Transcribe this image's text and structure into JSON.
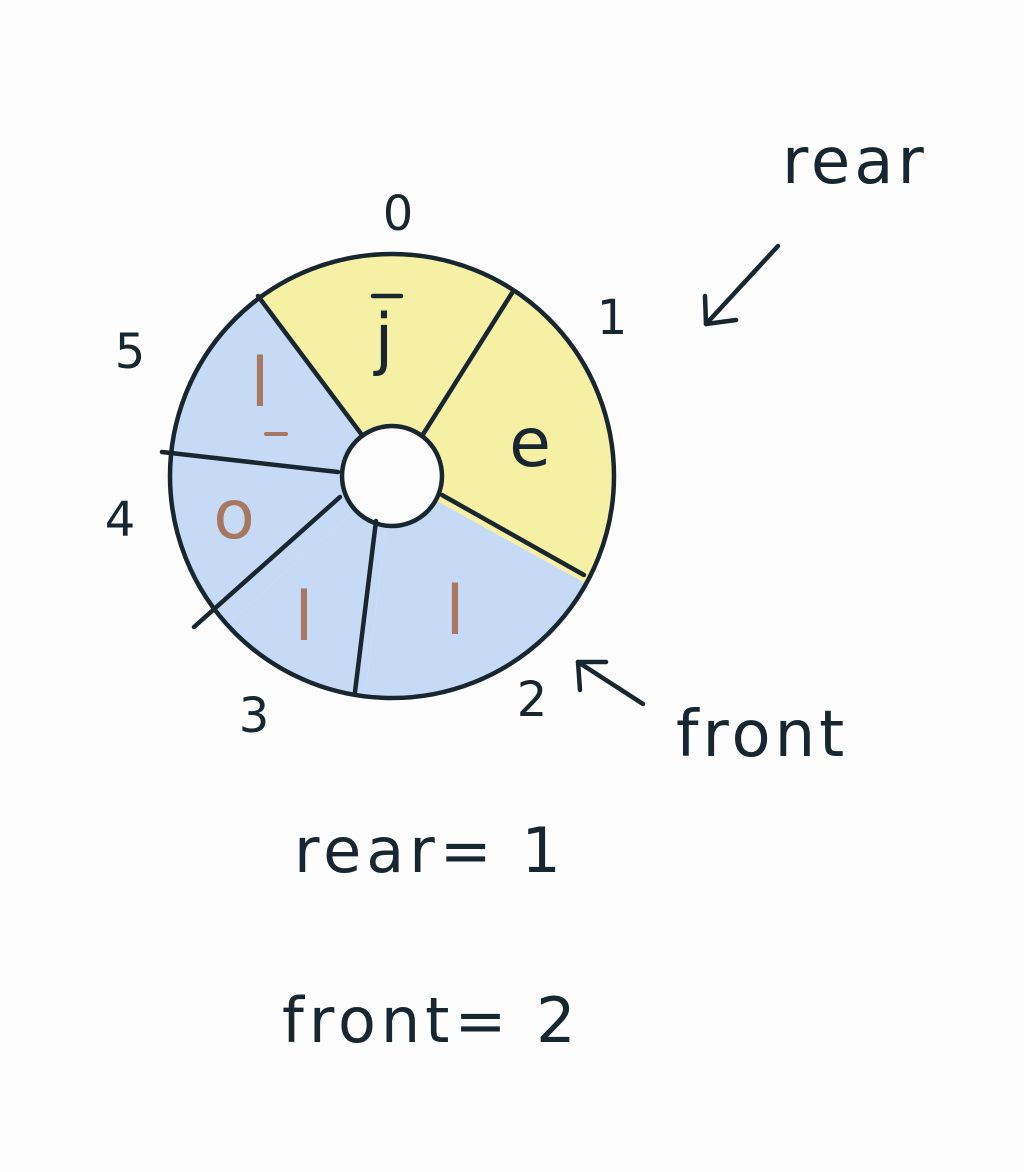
{
  "queue": {
    "slots": [
      {
        "index": "0",
        "value": "j",
        "highlight": "#f5f0a4",
        "text_color": "dark"
      },
      {
        "index": "1",
        "value": "e",
        "highlight": "#f5f0a4",
        "text_color": "dark"
      },
      {
        "index": "2",
        "value": "l",
        "highlight": "#c7daf5",
        "text_color": "brown"
      },
      {
        "index": "3",
        "value": "l",
        "highlight": "#c7daf5",
        "text_color": "brown"
      },
      {
        "index": "4",
        "value": "o",
        "highlight": "#c7daf5",
        "text_color": "brown"
      },
      {
        "index": "5",
        "value": "l",
        "highlight": "#c7daf5",
        "text_color": "brown"
      }
    ]
  },
  "pointers": {
    "rear_label": "rear",
    "front_label": "front"
  },
  "equations": {
    "rear": "rear= 1",
    "front": "front= 2"
  },
  "colors": {
    "ink": "#18262f",
    "yellow_highlight": "#f5f0a4",
    "blue_highlight": "#c7daf5",
    "brown_ink": "#a7775f"
  }
}
